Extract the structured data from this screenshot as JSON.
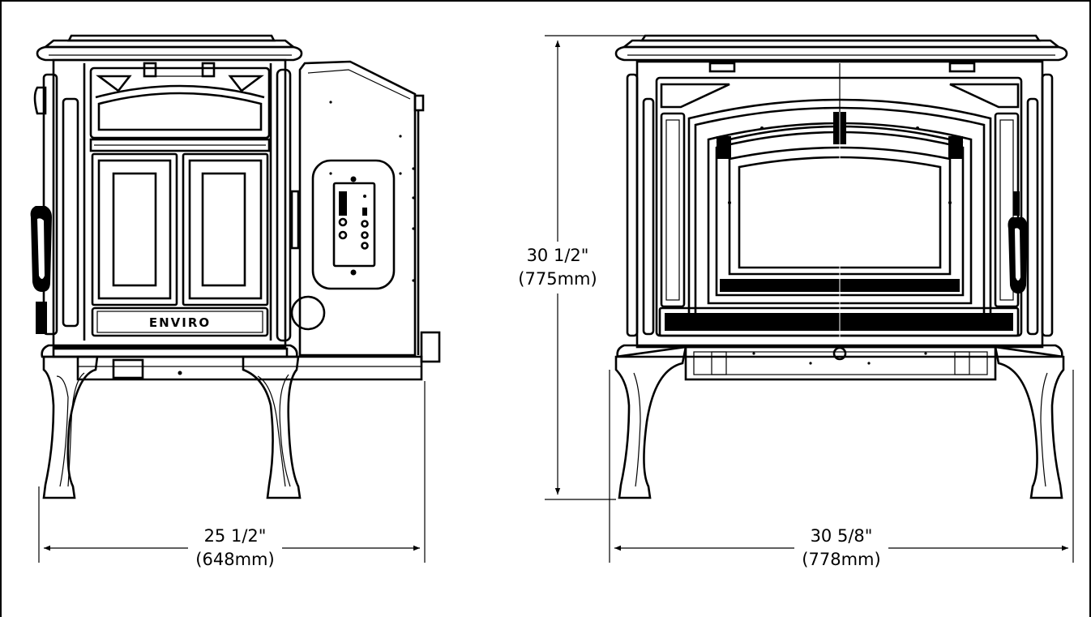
{
  "colors": {
    "line": "#000000",
    "background": "#ffffff"
  },
  "side_view": {
    "brand_label": "ENVIRO",
    "depth_dimension": {
      "imperial": "25 1/2\"",
      "metric": "(648mm)"
    }
  },
  "front_view": {
    "height_dimension": {
      "imperial": "30 1/2\"",
      "metric": "(775mm)"
    },
    "width_dimension": {
      "imperial": "30 5/8\"",
      "metric": "(778mm)"
    }
  }
}
